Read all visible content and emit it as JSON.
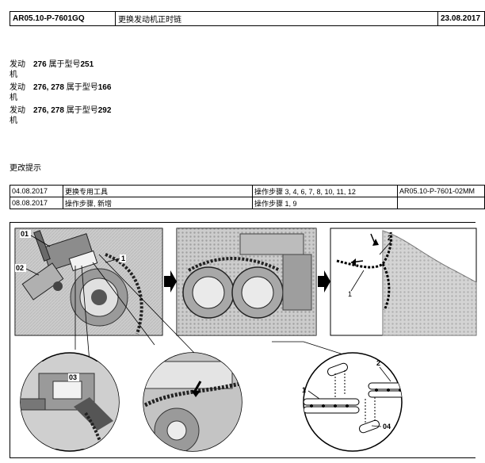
{
  "header": {
    "doc_id": "AR05.10-P-7601GQ",
    "title": "更换发动机正时链",
    "date": "23.08.2017"
  },
  "engines": [
    {
      "label": "发动机",
      "codes": "276",
      "mid": "属于型号",
      "model": "251"
    },
    {
      "label": "发动机",
      "codes": "276, 278",
      "mid": "属于型号",
      "model": "166"
    },
    {
      "label": "发动机",
      "codes": "276, 278",
      "mid": "属于型号",
      "model": "292"
    }
  ],
  "changes": {
    "title": "更改提示",
    "rows": [
      {
        "date": "04.08.2017",
        "desc": "更换专用工具",
        "steps": "操作步骤 3, 4, 6, 7, 8, 10, 11, 12",
        "ref": "AR05.10-P-7601-02MM"
      },
      {
        "date": "08.08.2017",
        "desc": "操作步骤, 新增",
        "steps": "操作步骤 1, 9",
        "ref": ""
      }
    ]
  },
  "figure": {
    "callouts": [
      "01",
      "02",
      "1",
      "03",
      "2",
      "1",
      "1",
      "2",
      "04"
    ]
  }
}
